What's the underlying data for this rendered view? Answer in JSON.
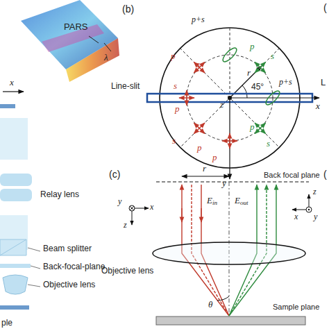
{
  "diagram": {
    "labels": [
      "PARS",
      "λ",
      "x",
      "Relay lens",
      "Beam splitter",
      "Back-focal-plane",
      "Objective lens",
      "ple",
      "(b)",
      "Line-slit",
      "x",
      "y",
      "z",
      "r",
      "45°",
      "p+s",
      "p",
      "s",
      "s",
      "p",
      "p+s",
      "s",
      "p",
      "s",
      "p",
      "p",
      "s",
      "p",
      "(c)",
      "r",
      "Back focal plane",
      "y",
      "x",
      "z",
      "Ein",
      "Eout",
      "z",
      "x",
      "y",
      "Objective lens",
      "θ",
      "Sample plane",
      "L",
      "(",
      "("
    ]
  }
}
